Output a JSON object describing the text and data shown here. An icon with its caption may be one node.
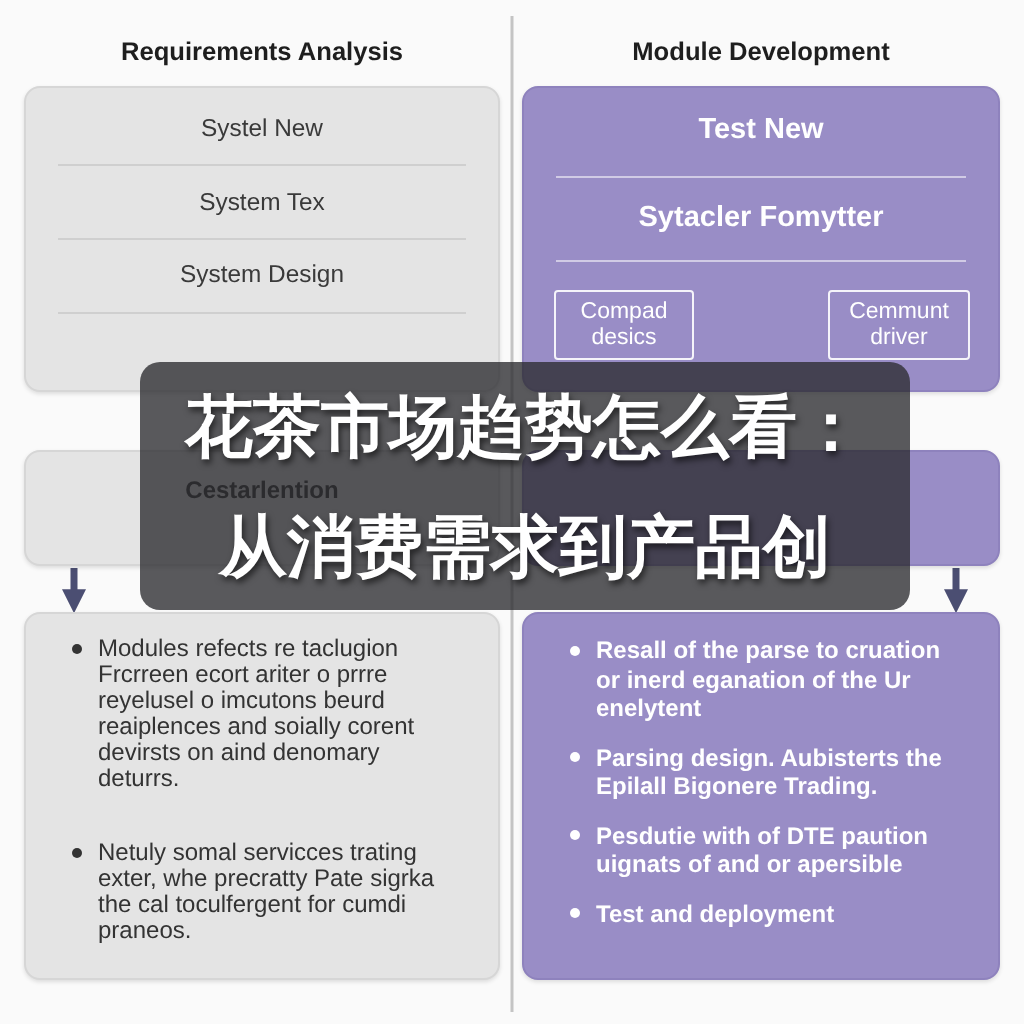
{
  "diagram": {
    "nodes": [
      {
        "text": [
          "Requirements Analysis",
          "Systel New",
          "System Tex",
          "System Design"
        ]
      },
      {
        "text": [
          "Module Development",
          "Test New",
          "Sytacler Fomytter"
        ]
      },
      {
        "text": [
          "Compad desics"
        ],
        "in": 1
      },
      {
        "text": [
          "Cemmunt driver"
        ],
        "in": 1
      },
      {
        "text": [
          "Cestarlention"
        ]
      },
      {
        "text": [],
        "shape": "box"
      },
      {
        "text": [
          "Modules refects re taclugion Frcrreen ecort ariter o prrre reyelusel o imcutons beurd reaiplences and soially corent devirsts on aind denomary deturrs.",
          "Netuly somal servicces trating exter, whe precratty Pate sigrka the cal toculfergent for cumdi praneos."
        ]
      },
      {
        "text": [
          "Resall of the parse to cruation or inerd eganation of the Ur enelytent",
          "Parsing design. Aubisterts the Epilall Bigonere Trading.",
          "Pesdutie with of DTE paution uignats of and or apersible",
          "Test and deployment"
        ]
      },
      {
        "text": [
          "花茶市场趋势怎么看：从消费需求到产品创"
        ]
      }
    ],
    "edges": [
      {
        "from": 4,
        "to": 6,
        "arrow": "to"
      },
      {
        "from": 5,
        "to": 7,
        "arrow": "to"
      }
    ]
  }
}
